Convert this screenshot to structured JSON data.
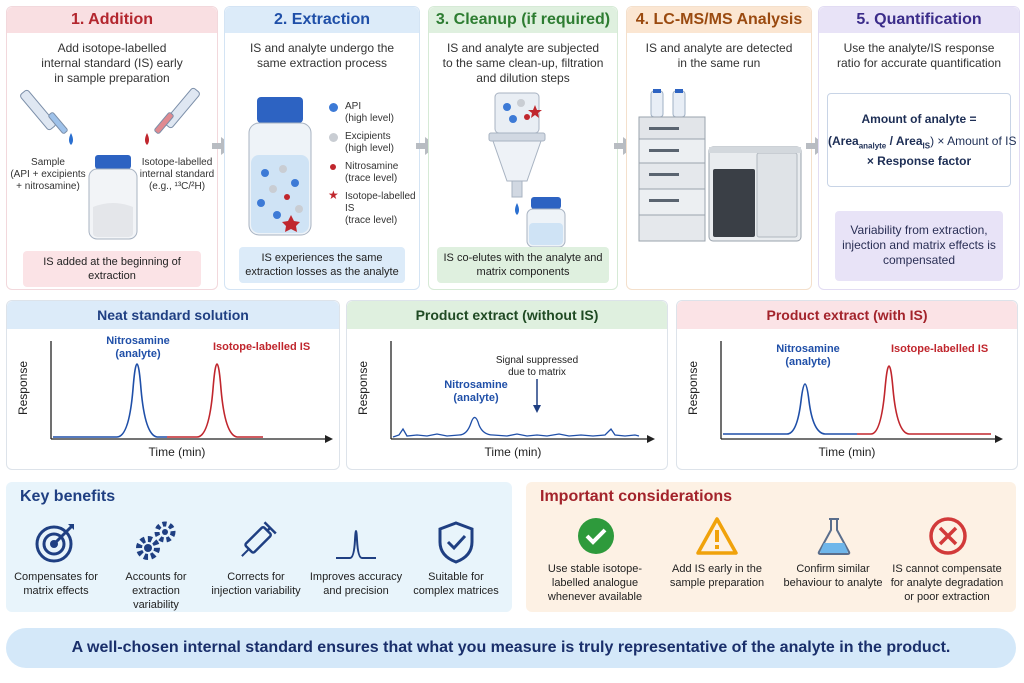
{
  "steps": [
    {
      "title": "1. Addition",
      "description": "Add isotope-labelled internal standard (IS) early in sample preparation",
      "note": "IS added at the beginning of extraction",
      "sample_label": "Sample",
      "sample_sub": "(API + excipients + nitrosamine)",
      "is_label": "Isotope-labelled internal standard",
      "is_sub": "(e.g., ¹³C/²H)"
    },
    {
      "title": "2. Extraction",
      "description": "IS and analyte undergo the same extraction process",
      "note": "IS experiences the same extraction losses as the analyte",
      "legend": [
        {
          "name": "API",
          "level": "(high level)"
        },
        {
          "name": "Excipients",
          "level": "(high level)"
        },
        {
          "name": "Nitrosamine",
          "level": "(trace level)"
        },
        {
          "name": "Isotope-labelled IS",
          "level": "(trace level)"
        }
      ]
    },
    {
      "title": "3. Cleanup (if required)",
      "description": "IS and analyte are subjected to the same clean-up, filtration and dilution steps",
      "note": "IS co-elutes with the analyte and matrix components"
    },
    {
      "title": "4. LC-MS/MS Analysis",
      "description": "IS and analyte are detected in the same run"
    },
    {
      "title": "5. Quantification",
      "description": "Use the analyte/IS response ratio for accurate quantification",
      "formula_title": "Amount of analyte =",
      "formula_open": "(Area",
      "formula_sub1": "analyte",
      "formula_mid": " / Area",
      "formula_sub2": "IS",
      "formula_close": ") × Amount of IS",
      "formula_line3": "× Response factor",
      "note": "Variability from extraction, injection and matrix effects is compensated"
    }
  ],
  "chromatograms": [
    {
      "title": "Neat standard solution",
      "ylabel": "Response",
      "xlabel": "Time (min)",
      "peak1_label": "Nitrosamine (analyte)",
      "peak2_label": "Isotope-labelled IS"
    },
    {
      "title": "Product extract (without IS)",
      "ylabel": "Response",
      "xlabel": "Time (min)",
      "peak1_label": "Nitrosamine (analyte)",
      "annotation": "Signal suppressed due to matrix"
    },
    {
      "title": "Product extract (with IS)",
      "ylabel": "Response",
      "xlabel": "Time (min)",
      "peak1_label": "Nitrosamine (analyte)",
      "peak2_label": "Isotope-labelled IS"
    }
  ],
  "benefits": {
    "title": "Key benefits",
    "items": [
      {
        "label": "Compensates for matrix effects",
        "icon": "target-icon"
      },
      {
        "label": "Accounts for extraction variability",
        "icon": "gears-icon"
      },
      {
        "label": "Corrects for injection variability",
        "icon": "syringe-icon"
      },
      {
        "label": "Improves accuracy and precision",
        "icon": "peak-icon"
      },
      {
        "label": "Suitable for complex matrices",
        "icon": "shield-check-icon"
      }
    ]
  },
  "considerations": {
    "title": "Important considerations",
    "items": [
      {
        "label": "Use stable isotope-labelled analogue whenever available",
        "icon": "check-circle-icon"
      },
      {
        "label": "Add IS early in the sample preparation",
        "icon": "warning-icon"
      },
      {
        "label": "Confirm similar behaviour to analyte",
        "icon": "flask-icon"
      },
      {
        "label": "IS cannot compensate for analyte degradation or poor extraction",
        "icon": "x-circle-icon"
      }
    ]
  },
  "footer": "A well-chosen internal standard ensures that what you measure is truly representative of the analyte in the product.",
  "colors": {
    "blue": "#1f4fa8",
    "red": "#c0262d",
    "green_check": "#2e9a3c",
    "warning": "#f0a20b",
    "x_red": "#d23a3a"
  }
}
